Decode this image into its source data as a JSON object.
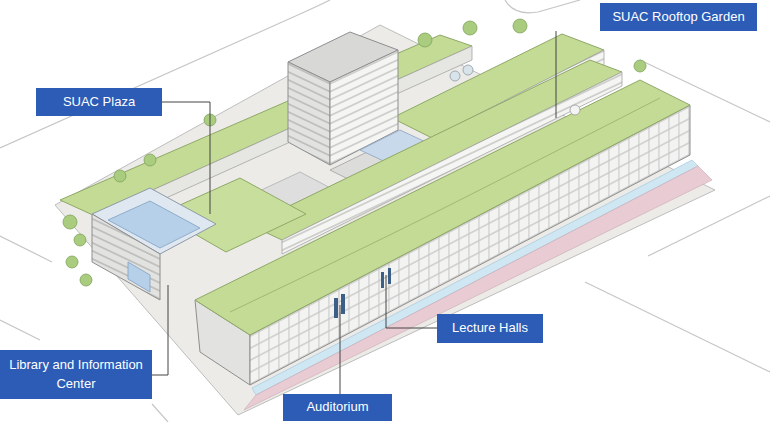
{
  "diagram": {
    "nodes": [
      {
        "text": [
          "SUAC Rooftop Garden"
        ]
      },
      {
        "text": [
          "SUAC Plaza"
        ]
      },
      {
        "text": [
          "Lecture Halls"
        ]
      },
      {
        "text": [
          "Library and Information Center"
        ]
      },
      {
        "text": [
          "Auditorium"
        ]
      }
    ]
  }
}
